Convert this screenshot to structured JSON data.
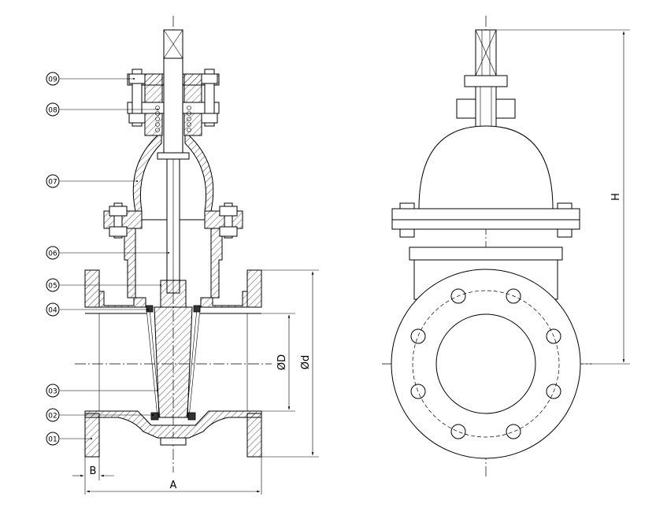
{
  "part_labels": [
    {
      "id": "p09",
      "text": "09"
    },
    {
      "id": "p08",
      "text": "08"
    },
    {
      "id": "p07",
      "text": "07"
    },
    {
      "id": "p06",
      "text": "06"
    },
    {
      "id": "p05",
      "text": "05"
    },
    {
      "id": "p04",
      "text": "04"
    },
    {
      "id": "p03",
      "text": "03"
    },
    {
      "id": "p02",
      "text": "02"
    },
    {
      "id": "p01",
      "text": "01"
    }
  ],
  "dimensions": {
    "inner_diameter": "ØD",
    "outer_diameter": "Ød",
    "height": "H",
    "length": "A",
    "flange_thickness": "B"
  }
}
